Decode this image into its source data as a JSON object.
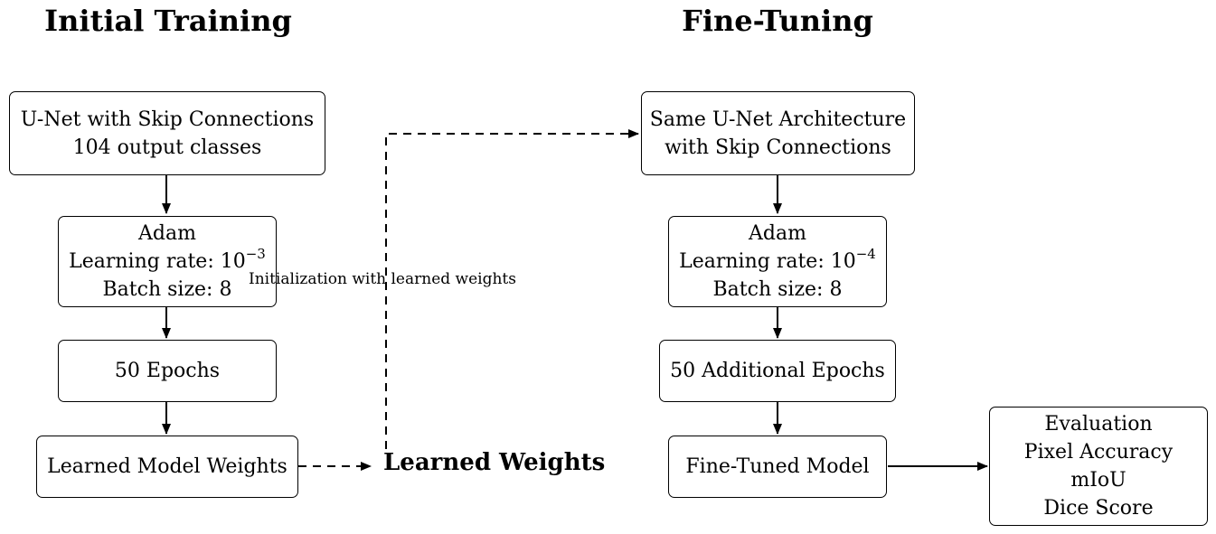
{
  "headings": {
    "left": "Initial Training",
    "right": "Fine-Tuning"
  },
  "initial": {
    "unet": {
      "line1": "U-Net with Skip Connections",
      "line2": "104 output classes"
    },
    "optimizer": {
      "line1": "Adam",
      "line2_prefix": "Learning rate: 10",
      "line2_exp": "−3",
      "line3": "Batch size: 8"
    },
    "epochs": "50 Epochs",
    "weights": "Learned Model Weights"
  },
  "transfer": {
    "edge_label": "Initialization with learned weights",
    "node_label": "Learned Weights"
  },
  "finetune": {
    "unet": {
      "line1": "Same U-Net Architecture",
      "line2": "with Skip Connections"
    },
    "optimizer": {
      "line1": "Adam",
      "line2_prefix": "Learning rate: 10",
      "line2_exp": "−4",
      "line3": "Batch size: 8"
    },
    "epochs": "50 Additional Epochs",
    "model": "Fine-Tuned Model"
  },
  "evaluation": {
    "title": "Evaluation",
    "metrics": [
      "Pixel Accuracy",
      "mIoU",
      "Dice Score"
    ]
  }
}
